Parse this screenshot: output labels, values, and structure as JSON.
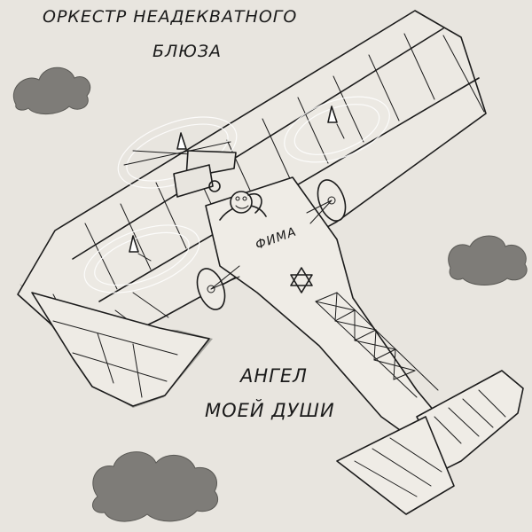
{
  "cover": {
    "band_name_line1": "ОРКЕСТР НЕАДЕКВАТНОГО",
    "band_name_line2": "БЛЮЗА",
    "album_title_line1": "АНГЕЛ",
    "album_title_line2": "МОЕЙ ДУШИ",
    "fuselage_label": "ФИМА"
  },
  "colors": {
    "paper": "#e8e5df",
    "ink": "#1c1c1c",
    "shadow": "#8e8c87",
    "cloud": "#7e7c78"
  },
  "icons": [
    "cloud-icon",
    "biplane-drawing",
    "star-of-david-icon",
    "propeller-icon",
    "pilot-face-icon"
  ]
}
